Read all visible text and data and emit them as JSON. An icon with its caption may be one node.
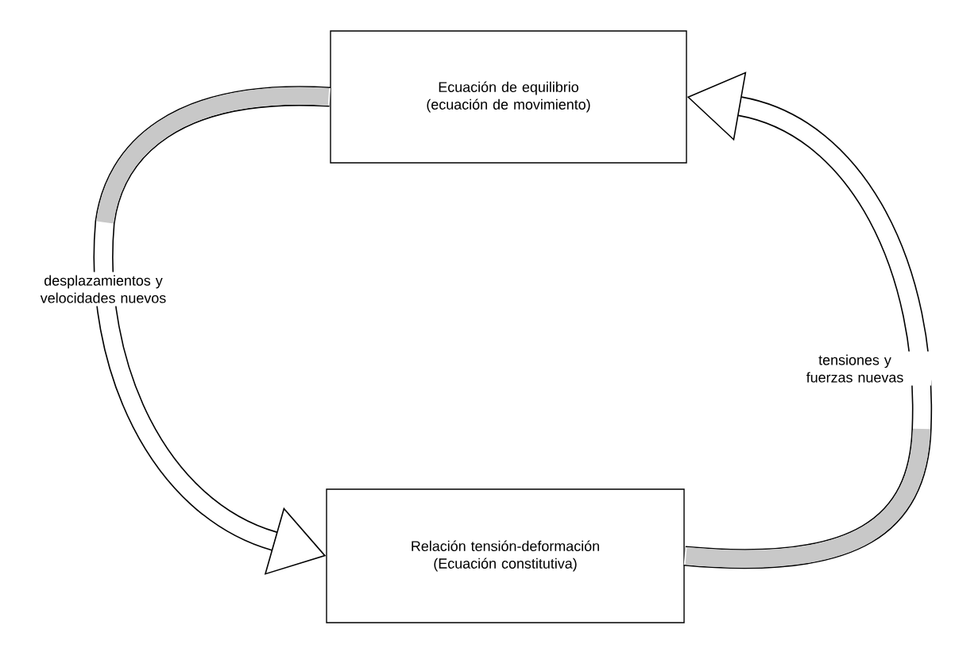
{
  "diagram": {
    "nodes": [
      {
        "text": [
          "Ecuación de equilibrio (ecuación de movimiento)"
        ]
      },
      {
        "text": [
          "Relación tensión-deformación (Ecuación constitutiva)"
        ]
      }
    ],
    "edges": [
      {
        "from": 0,
        "to": 1,
        "arrow": "to",
        "label": "desplazamientos y velocidades nuevos"
      },
      {
        "from": 1,
        "to": 0,
        "arrow": "to",
        "label": "tensiones y fuerzas nuevas"
      }
    ]
  }
}
